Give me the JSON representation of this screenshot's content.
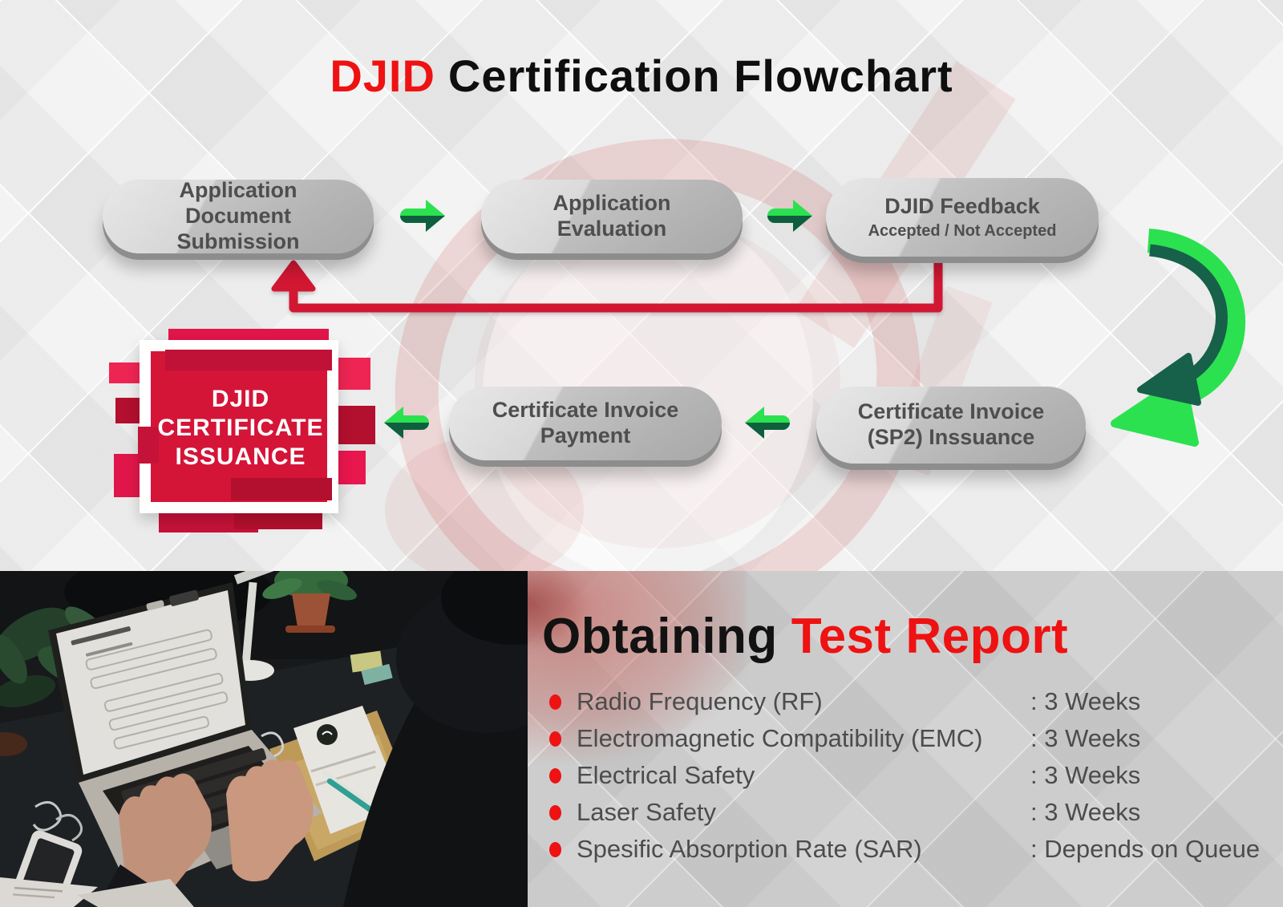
{
  "title": {
    "accent": "DJID",
    "main": "Certification Flowchart"
  },
  "colors": {
    "accent_red": "#ee1212",
    "crimson_line": "#d21733",
    "green_bright": "#2be150",
    "green_dark": "#17604a",
    "pill_gray": "#b6b6b6",
    "cert_red": "#d41538",
    "panel_gray": "#cfcfcf"
  },
  "icons": {
    "flow_arrow_right": "right-arrow",
    "flow_arrow_left": "left-arrow",
    "curved_arrow": "curved-down-left-arrow",
    "return_arrow": "loop-back-up-arrow",
    "bullet": "red-dot"
  },
  "flow": {
    "steps": {
      "submission": {
        "label": "Application Document Submission"
      },
      "evaluation": {
        "label": "Application Evaluation"
      },
      "feedback": {
        "label": "DJID Feedback",
        "sub": "Accepted / Not Accepted"
      },
      "sp2": {
        "label": "Certificate Invoice (SP2) Inssuance"
      },
      "payment": {
        "label": "Certificate Invoice Payment"
      },
      "issuance": {
        "lines": [
          "DJID",
          "CERTIFICATE",
          "ISSUANCE"
        ]
      }
    }
  },
  "report": {
    "heading": {
      "black": "Obtaining",
      "red": "Test Report"
    },
    "items": [
      {
        "label": "Radio Frequency (RF)",
        "value": ": 3 Weeks"
      },
      {
        "label": "Electromagnetic Compatibility (EMC)",
        "value": ": 3 Weeks"
      },
      {
        "label": "Electrical Safety",
        "value": ": 3 Weeks"
      },
      {
        "label": "Laser Safety",
        "value": ": 3 Weeks"
      },
      {
        "label": "Spesific Absorption Rate (SAR)",
        "value": ": Depends on Queue"
      }
    ]
  }
}
